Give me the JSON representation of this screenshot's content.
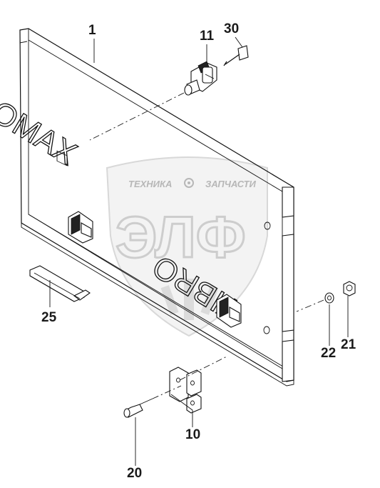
{
  "callouts": [
    {
      "id": "c1",
      "label": "1"
    },
    {
      "id": "c11",
      "label": "11"
    },
    {
      "id": "c30",
      "label": "30"
    },
    {
      "id": "c25",
      "label": "25"
    },
    {
      "id": "c22",
      "label": "22"
    },
    {
      "id": "c21",
      "label": "21"
    },
    {
      "id": "c10",
      "label": "10"
    },
    {
      "id": "c20",
      "label": "20"
    }
  ],
  "panel_lettering": {
    "line1": "ХАМОР",
    "line2": "VIBRO"
  },
  "watermark": {
    "top_left": "ТЕХНИКА",
    "top_right": "ЗАПЧАСТИ",
    "big": "ЭЛФ"
  },
  "colors": {
    "line": "#111111",
    "watermark": "#c8c8c8",
    "background": "#ffffff"
  }
}
